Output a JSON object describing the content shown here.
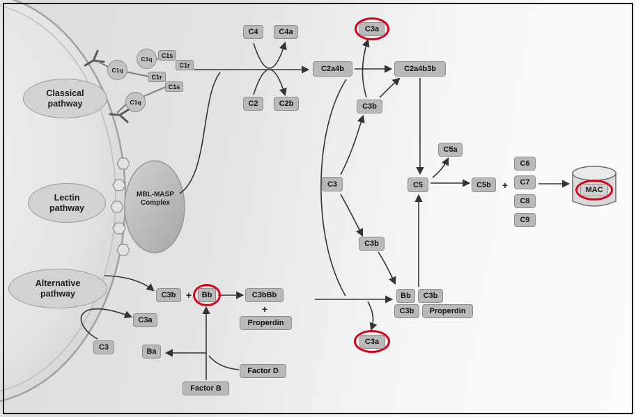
{
  "pathway_labels": {
    "classical": "Classical\npathway",
    "lectin": "Lectin\npathway",
    "alternative": "Alternative\npathway"
  },
  "c1_complex": {
    "c1q_1": "C1q",
    "c1q_2": "C1q",
    "c1q_3": "C1q",
    "c1s_1": "C1s",
    "c1r_1": "C1r",
    "c1r_2": "C1r",
    "c1s_2": "C1s"
  },
  "lectin_complex": {
    "mbl_masp": "MBL-MASP\nComplex"
  },
  "classical_cascade": {
    "c4": "C4",
    "c4a": "C4a",
    "c2": "C2",
    "c2b": "C2b",
    "c2a4b": "C2a4b",
    "c3a": "C3a",
    "c2a4b3b": "C2a4b3b",
    "c3b": "C3b"
  },
  "central": {
    "c3": "C3",
    "c3b": "C3b",
    "c3a": "C3a",
    "c5_convertase": {
      "bb": "Bb",
      "c3b_top": "C3b",
      "c3b_bottom": "C3b",
      "properdin": "Properdin"
    }
  },
  "terminal": {
    "c5a": "C5a",
    "c5": "C5",
    "c5b": "C5b",
    "plus": "+",
    "c6": "C6",
    "c7": "C7",
    "c8": "C8",
    "c9": "C9",
    "mac": "MAC"
  },
  "alternative_cascade": {
    "c3b": "C3b",
    "plus_1": "+",
    "bb": "Bb",
    "c3bbb": "C3bBb",
    "plus_2": "+",
    "properdin": "Properdin",
    "c3a": "C3a",
    "c3": "C3",
    "ba": "Ba",
    "factor_d": "Factor D",
    "factor_b": "Factor B"
  },
  "colors": {
    "box_bg": "#b9b9b9",
    "box_border": "#8d8d8d",
    "red_ring": "#d6001c",
    "arrow": "#333333"
  }
}
